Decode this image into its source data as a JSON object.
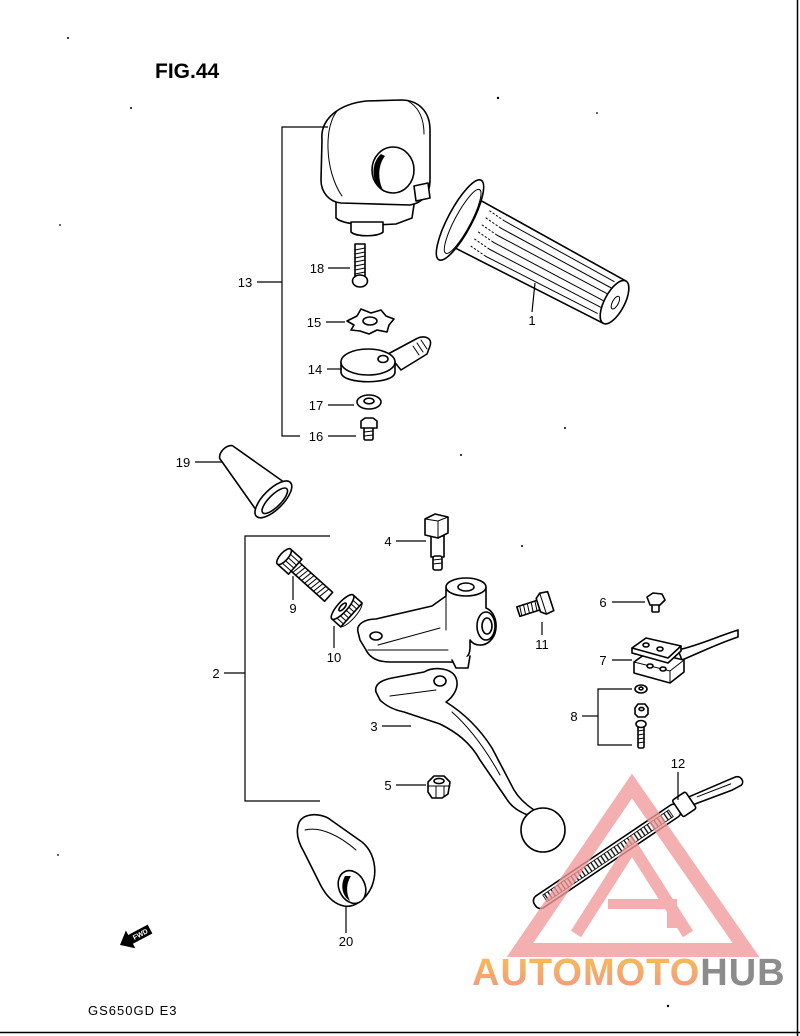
{
  "figure": {
    "title": "FIG.44",
    "model_code": "GS650GD E3",
    "fwd_label": "FWD"
  },
  "callouts": {
    "c13": "13",
    "c18": "18",
    "c15": "15",
    "c14": "14",
    "c17": "17",
    "c16": "16",
    "c1": "1",
    "c19": "19",
    "c4": "4",
    "c9": "9",
    "c10": "10",
    "c2": "2",
    "c11": "11",
    "c6": "6",
    "c7": "7",
    "c3": "3",
    "c8": "8",
    "c5": "5",
    "c12": "12",
    "c20": "20"
  },
  "watermark": {
    "part1": "AUTOMOTO",
    "part2": "HUB"
  },
  "colors": {
    "line": "#000000",
    "background": "#ffffff",
    "watermark_logo": "#f29a9a",
    "watermark_text_top": "#f7c04f",
    "watermark_text_bottom": "#f2948a",
    "watermark_text_gray": "#8c8c8c"
  }
}
